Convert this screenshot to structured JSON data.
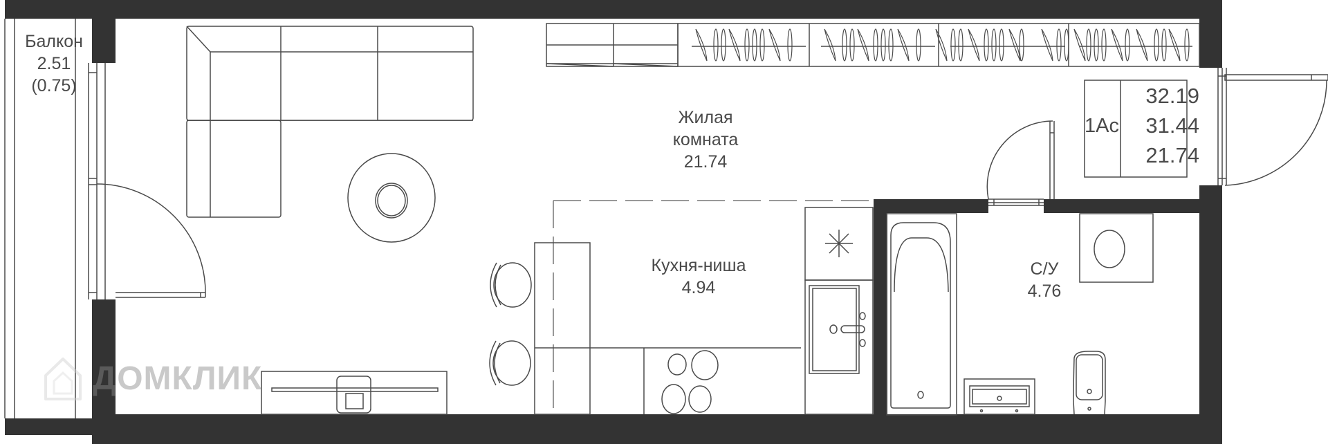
{
  "plan": {
    "rooms": [
      {
        "id": "balcony",
        "name": "Балкон",
        "area": "2.51",
        "area_reduced": "(0.75)"
      },
      {
        "id": "living",
        "name_line1": "Жилая",
        "name_line2": "комната",
        "area": "21.74"
      },
      {
        "id": "kitchen",
        "name": "Кухня-ниша",
        "area": "4.94"
      },
      {
        "id": "bathroom",
        "name": "С/У",
        "area": "4.76"
      }
    ],
    "apartment": {
      "type_code": "1Ас",
      "total_area": "32.19",
      "area_without_balcony": "31.44",
      "living_area": "21.74"
    },
    "colors": {
      "wall": "#333333",
      "line": "#4a4a4a",
      "background": "#ffffff"
    },
    "icons": [
      "door-swing-icon",
      "sofa-icon",
      "round-table-icon",
      "chair-icon",
      "wardrobe-icon",
      "fridge-icon",
      "hob-icon",
      "sink-icon",
      "bathtub-icon",
      "washing-machine-icon",
      "toilet-icon",
      "washbasin-icon",
      "tv-icon",
      "ventilation-icon"
    ]
  },
  "watermark": {
    "text": "ДОМКЛИК"
  }
}
